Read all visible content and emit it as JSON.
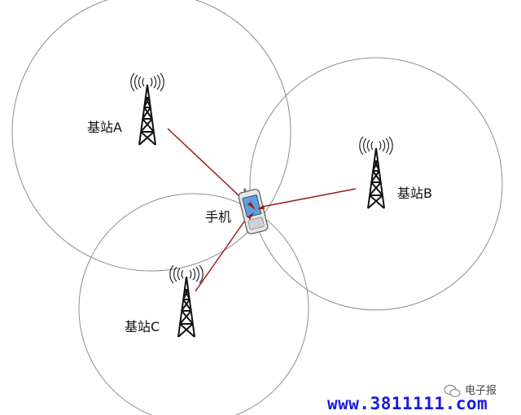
{
  "labels": {
    "station_a": "基站A",
    "station_b": "基站B",
    "station_c": "基站C",
    "phone": "手机"
  },
  "watermark": {
    "brand": "电子报",
    "url": "www.3811111.com"
  },
  "colors": {
    "circle": "#8c8c8c",
    "signal_line": "#9b1c1c",
    "tower": "#111111",
    "url": "#1a1adf"
  },
  "icons": {
    "tower": "radio-tower-icon",
    "phone": "mobile-phone-icon",
    "brand": "wechat-logo-icon"
  }
}
